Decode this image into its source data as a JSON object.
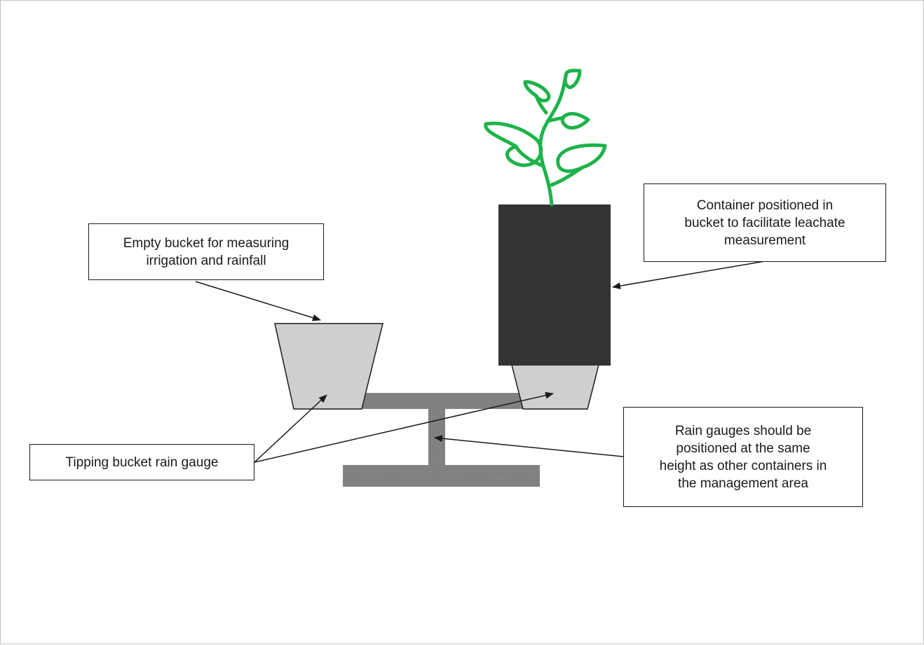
{
  "diagram": {
    "labels": {
      "empty_bucket": [
        "Empty bucket for measuring",
        "irrigation and rainfall"
      ],
      "container": [
        "Container positioned in",
        "bucket to facilitate leachate",
        "measurement"
      ],
      "tipping_bucket": [
        "Tipping bucket rain gauge"
      ],
      "rain_gauges_height": [
        "Rain gauges should be",
        "positioned at the same",
        "height as other containers in",
        "the management area"
      ]
    },
    "colors": {
      "plant": "#1db34a",
      "container": "#333333",
      "bucket": "#d0cfcf",
      "stand": "#808080",
      "arrow": "#1a1a1a"
    },
    "icons": [
      "plant-icon"
    ]
  }
}
